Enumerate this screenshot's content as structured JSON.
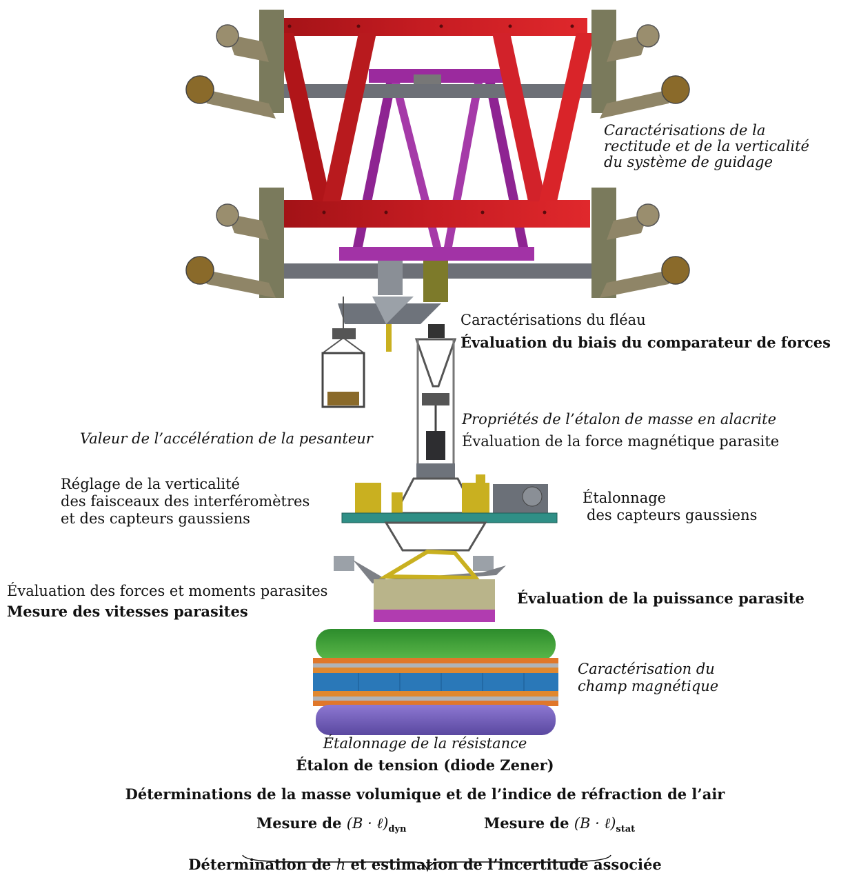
{
  "labels": {
    "guidage": [
      "Caractérisations de la",
      "rectitude et de la verticalité",
      "du système de guidage"
    ],
    "fleau": "Caractérisations du fléau",
    "biais": "Évaluation du biais du comparateur de forces",
    "etalon_masse": "Propriétés de l’étalon de masse en alacrite",
    "force_mag": "Évaluation de la force magnétique parasite",
    "pesanteur": "Valeur de l’accélération de la pesanteur",
    "verticalite": [
      "Réglage de la verticalité",
      "des faisceaux des interféromètres",
      "et des capteurs gaussiens"
    ],
    "etalonnage_capteurs": [
      "Étalonnage",
      "des capteurs gaussiens"
    ],
    "forces_moments": "Évaluation des forces et moments parasites",
    "vitesses": "Mesure des vitesses parasites",
    "puissance": "Évaluation de la puissance parasite",
    "champ": [
      "Caractérisation du",
      "champ magnétique"
    ],
    "resistance": "Étalonnage de la résistance",
    "tension": "Étalon de tension (diode Zener)",
    "air": "Déterminations de la masse volumique et de l’indice de réfraction de l’air",
    "bl_dyn": {
      "prefix": "Mesure de ",
      "expr": "(B · ℓ)",
      "sub": "dyn"
    },
    "bl_stat": {
      "prefix": "Mesure de ",
      "expr": "(B · ℓ)",
      "sub": "stat"
    },
    "final": {
      "before": "Détermination de ",
      "var": "h",
      "after": " et estimation de l’incertitude associée"
    }
  },
  "colors": {
    "frame_red": "#c0171c",
    "frame_purple": "#9b2a9e",
    "arm": "#8f8567",
    "steel": "#8a8f96",
    "table": "#2f8f86",
    "magnet_green": "#3b9a3a",
    "magnet_orange": "#d9822b",
    "magnet_blue": "#2a78b8",
    "magnet_violet": "#6a55b0",
    "gold": "#c9b020",
    "khaki": "#b9b48a"
  }
}
